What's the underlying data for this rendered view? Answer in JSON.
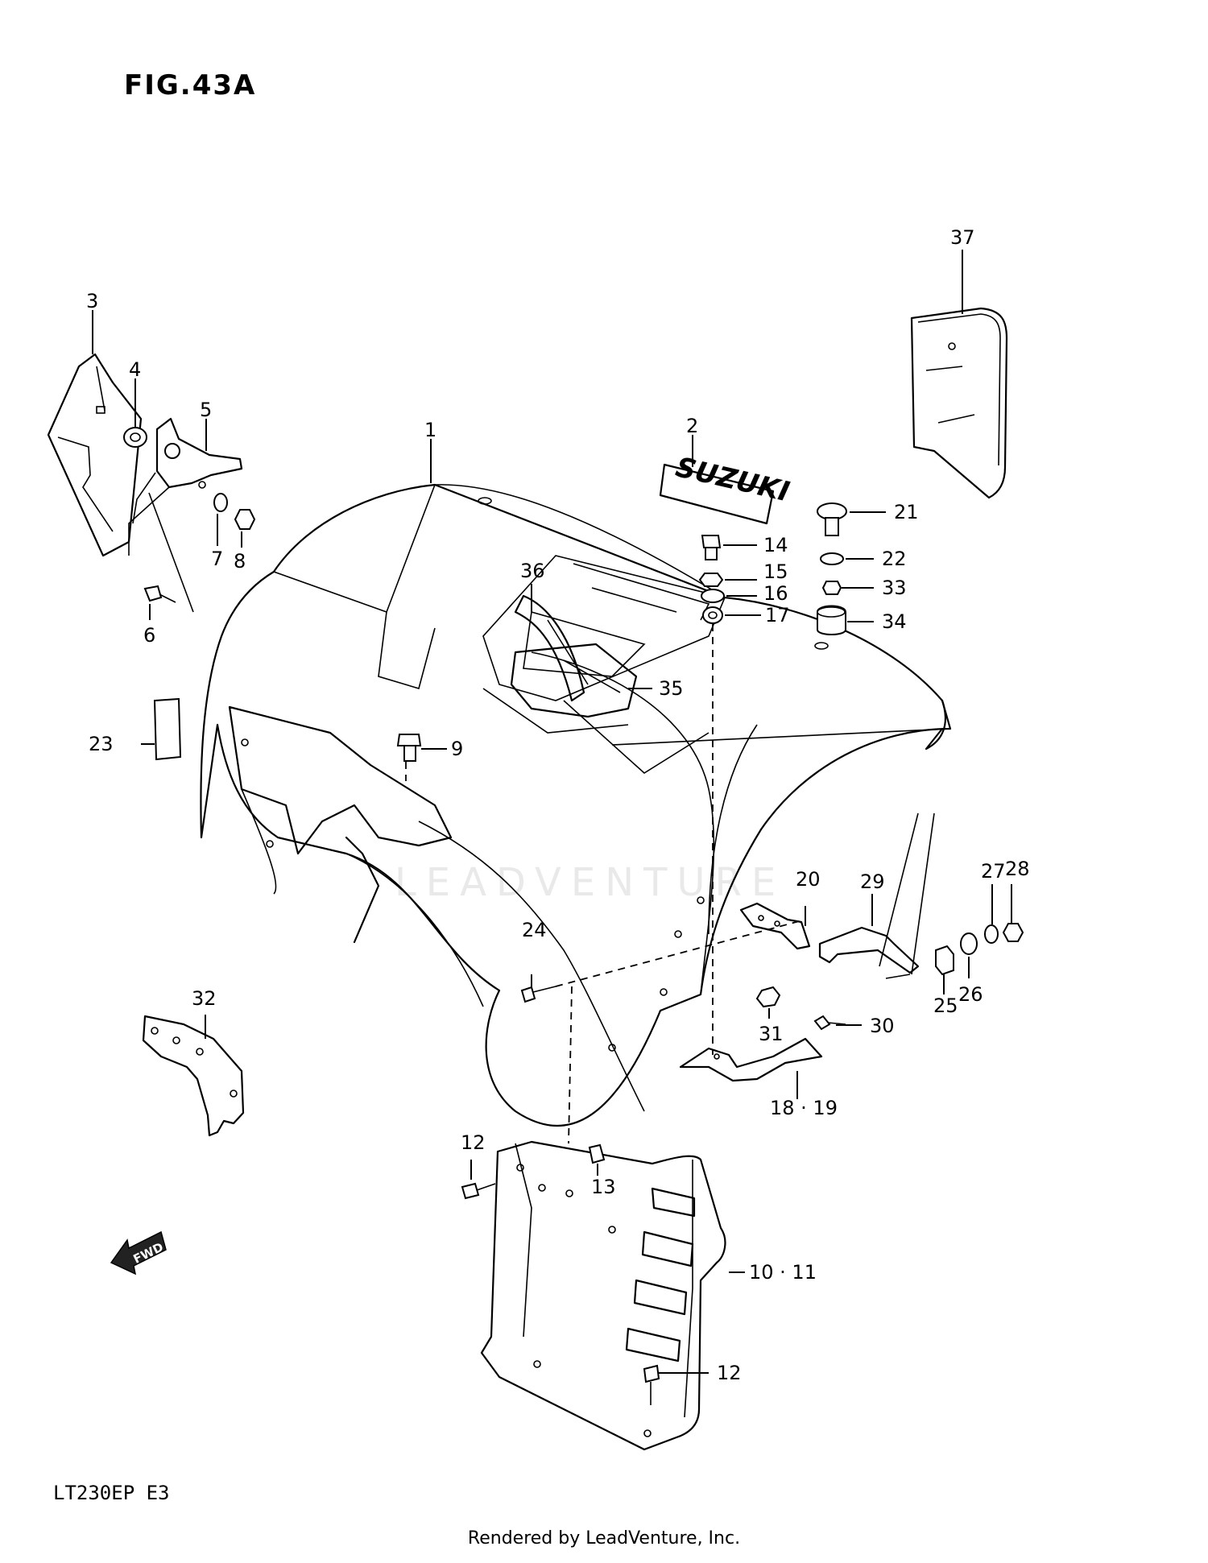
{
  "figure": {
    "title": "FIG.43A",
    "model": "LT230EP  E3",
    "footer": "Rendered by LeadVenture, Inc.",
    "watermark": "LEADVENTURE",
    "emblem_text": "SUZUKI",
    "direction_arrow": "FWD"
  },
  "callouts": {
    "c1": "1",
    "c2": "2",
    "c3": "3",
    "c4": "4",
    "c5": "5",
    "c6": "6",
    "c7": "7",
    "c8": "8",
    "c9": "9",
    "c10_11": "10 · 11",
    "c12a": "12",
    "c12b": "12",
    "c13": "13",
    "c14": "14",
    "c15": "15",
    "c16": "16",
    "c17": "17",
    "c18_19": "18 · 19",
    "c20": "20",
    "c21": "21",
    "c22": "22",
    "c23": "23",
    "c24": "24",
    "c25": "25",
    "c26": "26",
    "c27": "27",
    "c28": "28",
    "c29": "29",
    "c30": "30",
    "c31": "31",
    "c32": "32",
    "c33": "33",
    "c34": "34",
    "c35": "35",
    "c36": "36",
    "c37": "37"
  }
}
